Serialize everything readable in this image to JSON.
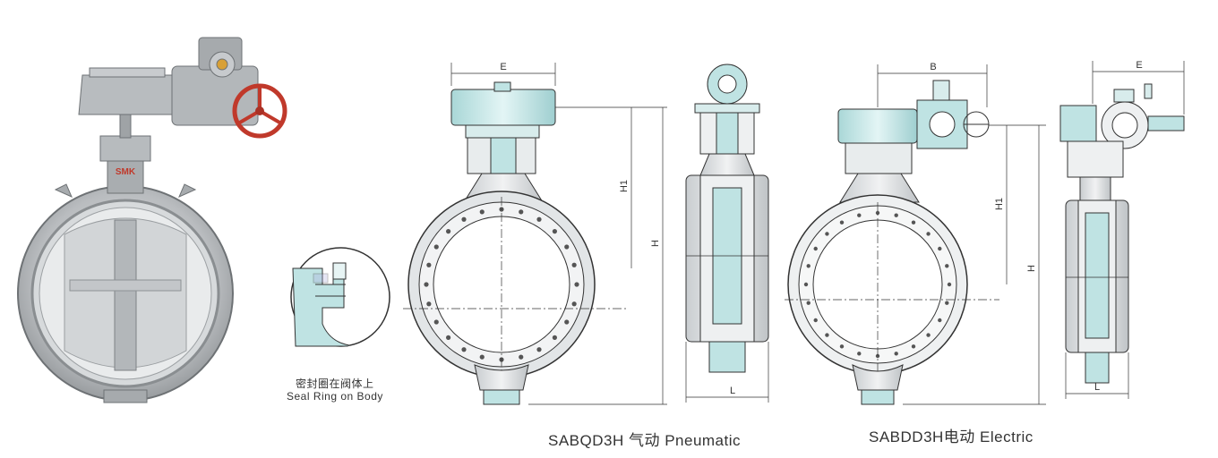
{
  "photo": {
    "logo": "SMK"
  },
  "detail": {
    "caption_cn": "密封圈在阀体上",
    "caption_en": "Seal Ring on Body"
  },
  "pneumatic": {
    "caption": "SABQD3H 气动 Pneumatic",
    "dims": {
      "e": "E",
      "h1": "H1",
      "h": "H",
      "l": "L"
    }
  },
  "electric": {
    "caption": "SABDD3H电动 Electric",
    "dims": {
      "b": "B",
      "h1": "H1",
      "h": "H",
      "e": "E",
      "l": "L"
    }
  },
  "colors": {
    "body": "#dfe3e5",
    "actuator": "#bfe3e3",
    "line": "#333333",
    "photo_metal": "#b5b8ba"
  }
}
